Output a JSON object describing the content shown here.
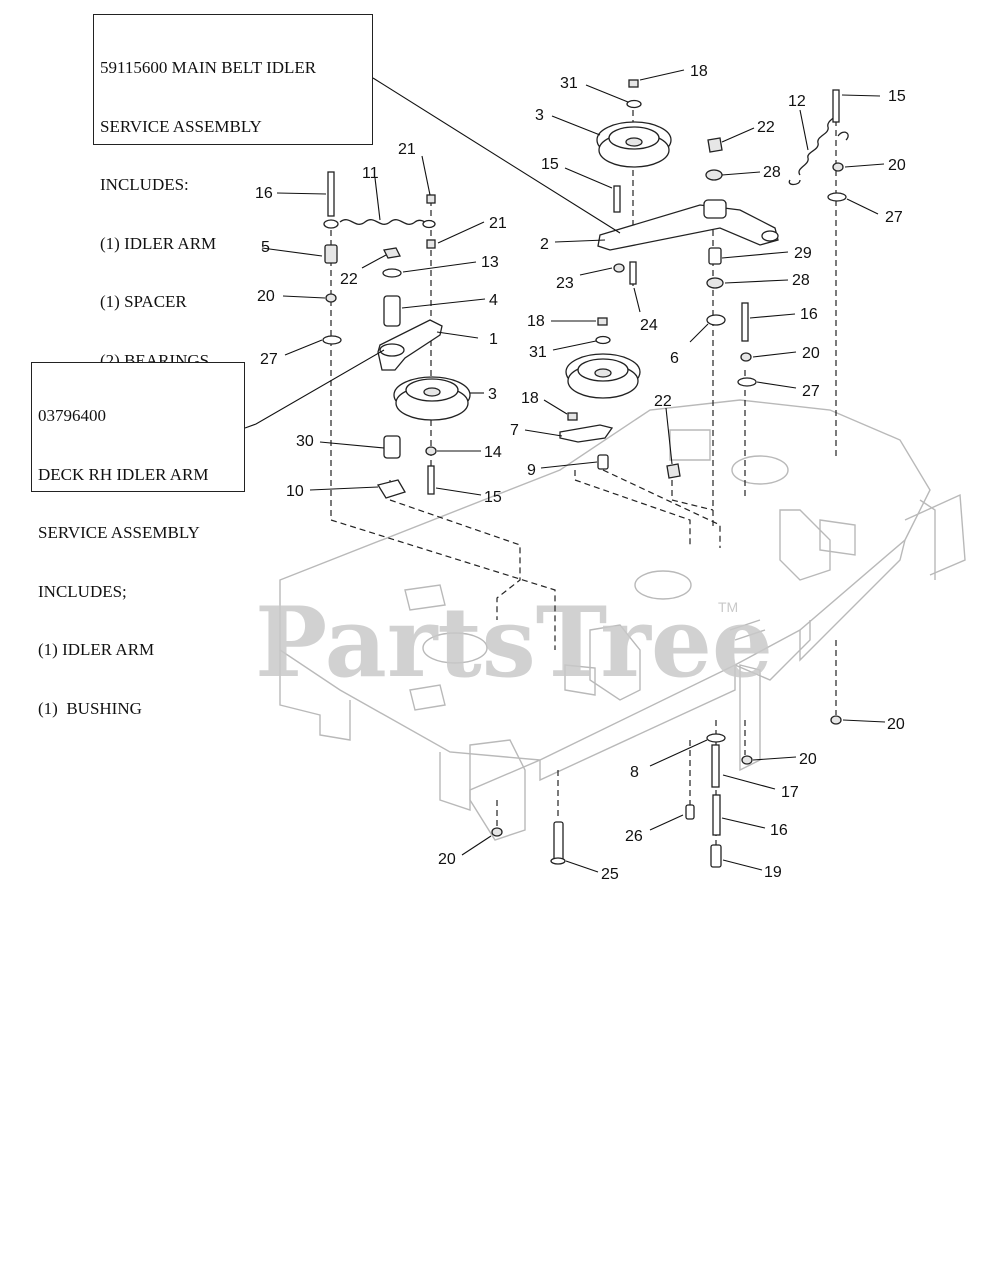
{
  "notes": {
    "main_belt_idler": {
      "lines": [
        "59115600 MAIN BELT IDLER",
        "SERVICE ASSEMBLY",
        "INCLUDES:",
        "(1) IDLER ARM",
        "(1) SPACER",
        "(2) BEARINGS"
      ]
    },
    "deck_rh_idler": {
      "lines": [
        "03796400",
        "DECK RH IDLER ARM",
        "SERVICE ASSEMBLY",
        "INCLUDES;",
        "(1) IDLER ARM",
        "(1)  BUSHING"
      ]
    }
  },
  "watermark": {
    "text": "PartsTree",
    "trademark": "TM"
  },
  "callouts": [
    {
      "num": "18"
    },
    {
      "num": "31"
    },
    {
      "num": "3"
    },
    {
      "num": "22"
    },
    {
      "num": "28"
    },
    {
      "num": "15"
    },
    {
      "num": "12"
    },
    {
      "num": "15"
    },
    {
      "num": "20"
    },
    {
      "num": "27"
    },
    {
      "num": "21"
    },
    {
      "num": "16"
    },
    {
      "num": "11"
    },
    {
      "num": "21"
    },
    {
      "num": "2"
    },
    {
      "num": "29"
    },
    {
      "num": "5"
    },
    {
      "num": "22"
    },
    {
      "num": "13"
    },
    {
      "num": "23"
    },
    {
      "num": "28"
    },
    {
      "num": "20"
    },
    {
      "num": "4"
    },
    {
      "num": "24"
    },
    {
      "num": "18"
    },
    {
      "num": "16"
    },
    {
      "num": "1"
    },
    {
      "num": "6"
    },
    {
      "num": "27"
    },
    {
      "num": "31"
    },
    {
      "num": "20"
    },
    {
      "num": "27"
    },
    {
      "num": "3"
    },
    {
      "num": "18"
    },
    {
      "num": "22"
    },
    {
      "num": "7"
    },
    {
      "num": "30"
    },
    {
      "num": "14"
    },
    {
      "num": "9"
    },
    {
      "num": "10"
    },
    {
      "num": "15"
    },
    {
      "num": "20"
    },
    {
      "num": "20"
    },
    {
      "num": "8"
    },
    {
      "num": "17"
    },
    {
      "num": "26"
    },
    {
      "num": "16"
    },
    {
      "num": "20"
    },
    {
      "num": "25"
    },
    {
      "num": "19"
    }
  ]
}
